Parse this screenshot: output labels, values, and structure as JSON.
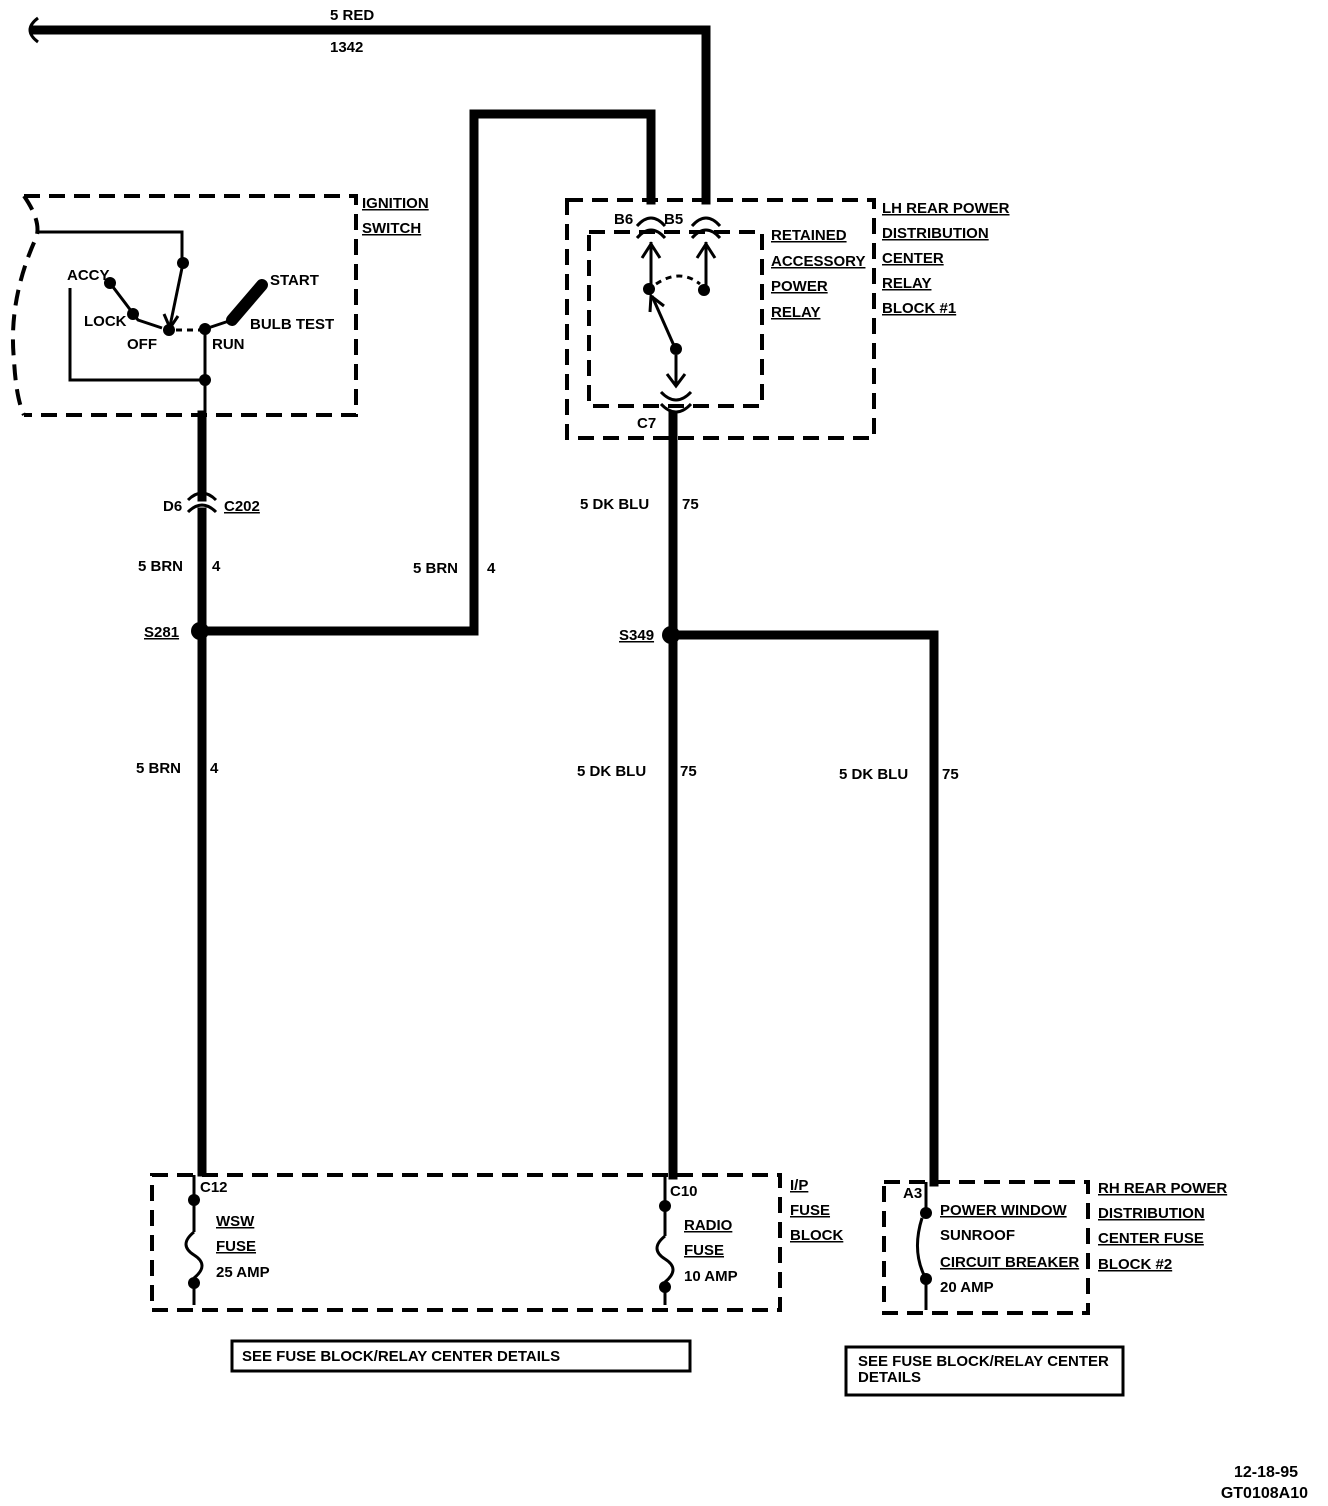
{
  "top_wire": {
    "color": "5 RED",
    "circuit": "1342"
  },
  "ignition_switch": {
    "title_line1": "IGNITION",
    "title_line2": "SWITCH",
    "positions": {
      "accy": "ACCY",
      "lock": "LOCK",
      "off": "OFF",
      "run": "RUN",
      "start": "START",
      "bulb_test": "BULB TEST"
    }
  },
  "connector_c202": {
    "pin": "D6",
    "name": "C202"
  },
  "relay_block": {
    "title_lines": [
      "LH REAR POWER",
      "DISTRIBUTION",
      "CENTER",
      "RELAY",
      "BLOCK #1"
    ],
    "relay_lines": [
      "RETAINED",
      "ACCESSORY",
      "POWER",
      "RELAY"
    ],
    "pins": {
      "b6": "B6",
      "b5": "B5",
      "c7": "C7"
    }
  },
  "wires": {
    "brn_upper": {
      "color": "5 BRN",
      "circuit": "4"
    },
    "brn_mid": {
      "color": "5 BRN",
      "circuit": "4"
    },
    "brn_lower": {
      "color": "5 BRN",
      "circuit": "4"
    },
    "dkblu_upper": {
      "color": "5 DK BLU",
      "circuit": "75"
    },
    "dkblu_lower": {
      "color": "5 DK BLU",
      "circuit": "75"
    },
    "dkblu_right": {
      "color": "5 DK BLU",
      "circuit": "75"
    }
  },
  "splices": {
    "s281": "S281",
    "s349": "S349"
  },
  "ip_fuse_block": {
    "title_lines": [
      "I/P",
      "FUSE",
      "BLOCK"
    ],
    "wsw_fuse": {
      "connector": "C12",
      "line1": "WSW",
      "line2": "FUSE",
      "rating": "25 AMP"
    },
    "radio_fuse": {
      "connector": "C10",
      "line1": "RADIO",
      "line2": "FUSE",
      "rating": "10 AMP"
    },
    "note": "SEE FUSE BLOCK/RELAY CENTER DETAILS"
  },
  "rh_fuse_block": {
    "title_lines": [
      "RH REAR POWER",
      "DISTRIBUTION",
      "CENTER FUSE",
      "BLOCK #2"
    ],
    "connector": "A3",
    "breaker_lines": [
      "POWER WINDOW",
      "SUNROOF",
      "CIRCUIT BREAKER"
    ],
    "rating": "20 AMP",
    "note_line1": "SEE FUSE BLOCK/RELAY CENTER",
    "note_line2": "DETAILS"
  },
  "footer": {
    "date": "12-18-95",
    "code": "GT0108A10"
  }
}
